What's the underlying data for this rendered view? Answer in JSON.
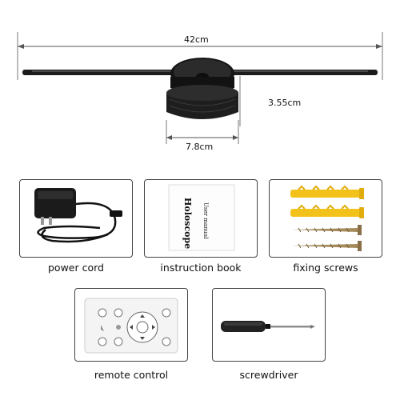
{
  "dimensions": {
    "width_label": "42cm",
    "depth_label": "3.55cm",
    "base_label": "7.8cm"
  },
  "items": [
    {
      "caption": "power cord"
    },
    {
      "caption": "instruction book",
      "book_title": "Holoscope",
      "book_subtitle": "User manual"
    },
    {
      "caption": "fixing screws"
    },
    {
      "caption": "remote control"
    },
    {
      "caption": "screwdriver"
    }
  ],
  "colors": {
    "device": "#1a1a1a",
    "anchor_yellow": "#f2c21b",
    "screw_brass": "#a68a5a",
    "screwdriver_handle": "#222222",
    "remote_body": "#f4f4f4",
    "remote_screen": "#e6e6e6"
  }
}
